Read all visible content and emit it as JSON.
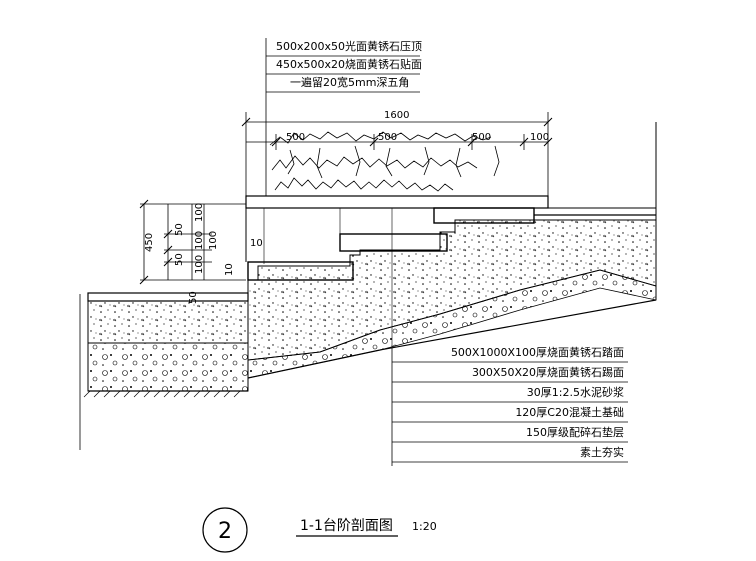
{
  "top_annotations": [
    "500x200x50光面黄锈石压顶",
    "450x500x20烧面黄锈石贴面",
    "一遍留20宽5mm深五角"
  ],
  "dimensions": {
    "top_total": "1600",
    "top_seg1": "500",
    "top_seg2": "500",
    "top_seg3": "500",
    "top_seg4": "100",
    "left_total": "450",
    "left_a": "50",
    "left_b": "50",
    "left_c": "100",
    "left_d": "100",
    "left_e": "100",
    "left_f": "100",
    "small_10a": "10",
    "small_10b": "10",
    "small_50": "50"
  },
  "layer_labels": [
    "500X1000X100厚烧面黄锈石踏面",
    "300X50X20厚烧面黄锈石踢面",
    "30厚1:2.5水泥砂浆",
    "120厚C20混凝土基础",
    "150厚级配碎石垫层",
    "素土夯实"
  ],
  "title": {
    "number": "2",
    "name": "1-1台阶剖面图",
    "scale": "1:20"
  }
}
